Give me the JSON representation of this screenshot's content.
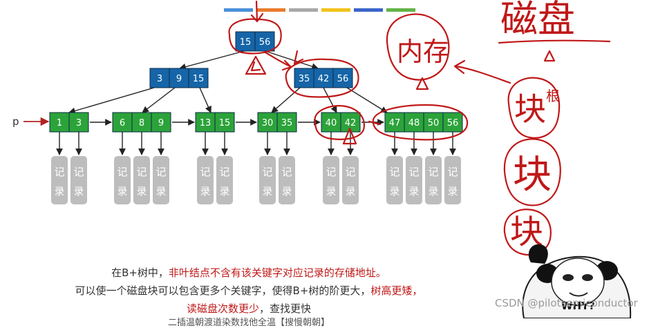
{
  "colors": {
    "internal": "#1565a8",
    "leaf": "#2ca33a",
    "record": "#bdbdbd",
    "edge": "#222222",
    "ink": "#c01818",
    "pointer": "#b22222",
    "progress": [
      "#4a90d9",
      "#e87d2e",
      "#a8a8a8",
      "#f2c21b",
      "#3b66c9",
      "#62b346"
    ]
  },
  "tree": {
    "root": [
      "15",
      "56"
    ],
    "level1": [
      [
        "3",
        "9",
        "15"
      ],
      [
        "35",
        "42",
        "56"
      ]
    ],
    "leaves": [
      [
        "1",
        "3"
      ],
      [
        "6",
        "8",
        "9"
      ],
      [
        "13",
        "15"
      ],
      [
        "30",
        "35"
      ],
      [
        "40",
        "42"
      ],
      [
        "47",
        "48",
        "50",
        "56"
      ]
    ],
    "pointer_label": "p",
    "record_line1": "记",
    "record_line2": "录"
  },
  "annotations": {
    "disk": "磁盘",
    "memory": "内存",
    "block": "块",
    "root_note": "根"
  },
  "caption": {
    "line1_a": "在B+树中，",
    "line1_b": "非叶结点不含有该关键字对应记录的存储地址。",
    "line2_a": "可以使一个磁盘块可以包含更多个关键字，使得B+树的阶更大，",
    "line2_b": "树高更矮，",
    "line3_a": "读磁盘次数更少",
    "line3_b": "，查找更快",
    "line4": "二插温朝渡道染数找他全温【搜慢朝朝】"
  },
  "sticker_text": "WHY?",
  "watermark": "CSDN @pilotsemiconductor"
}
